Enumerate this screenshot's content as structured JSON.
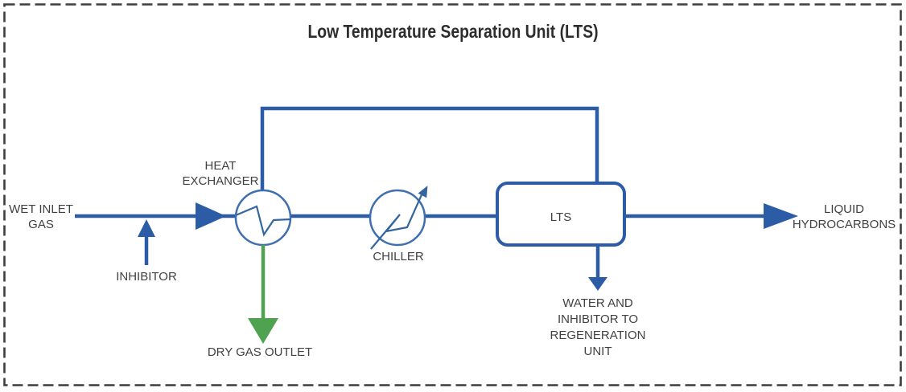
{
  "title": "Low Temperature Separation Unit (LTS)",
  "labels": {
    "wet_inlet_gas": "WET INLET\nGAS",
    "inhibitor": "INHIBITOR",
    "heat_exchanger": "HEAT\nEXCHANGER",
    "dry_gas_outlet": "DRY GAS OUTLET",
    "chiller": "CHILLER",
    "lts": "LTS",
    "liquid_hydrocarbons": "LIQUID\nHYDROCARBONS",
    "water_inhibitor": "WATER AND\nINHIBITOR TO\nREGENERATION\nUNIT"
  },
  "colors": {
    "process_line_blue": "#2d5ca6",
    "equipment_stroke_blue": "#3f6fae",
    "symbol_line_blue": "#35659f",
    "dry_gas_green": "#4fa24f",
    "border_dash_gray": "#3d3d3d",
    "label_text": "#414141",
    "title_text": "#2d2d2d"
  },
  "connections": [
    {
      "from": "WET INLET GAS",
      "to": "HEAT EXCHANGER",
      "style": "blue-arrow"
    },
    {
      "from": "INHIBITOR",
      "to": "WET INLET GAS line",
      "style": "blue-arrow-up"
    },
    {
      "from": "HEAT EXCHANGER",
      "to": "DRY GAS OUTLET",
      "style": "green-arrow-down"
    },
    {
      "from": "HEAT EXCHANGER",
      "to": "CHILLER",
      "style": "blue-line"
    },
    {
      "from": "CHILLER",
      "to": "LTS",
      "style": "blue-line"
    },
    {
      "from": "LTS",
      "to": "LIQUID HYDROCARBONS",
      "style": "blue-arrow"
    },
    {
      "from": "LTS",
      "to": "WATER AND INHIBITOR TO REGENERATION UNIT",
      "style": "blue-arrow-down"
    },
    {
      "from": "LTS top",
      "to": "HEAT EXCHANGER top",
      "style": "blue-recycle-line"
    }
  ]
}
